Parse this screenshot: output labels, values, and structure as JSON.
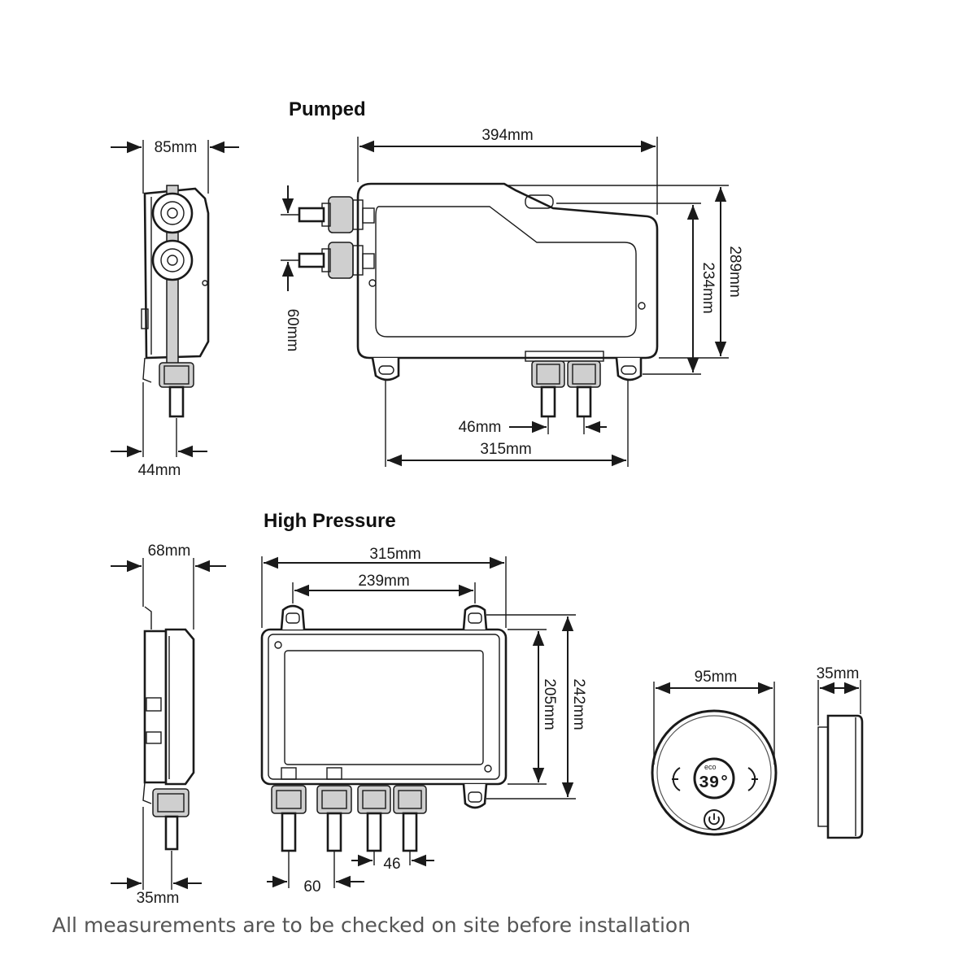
{
  "sections": {
    "pumped": {
      "title": "Pumped",
      "side_depth": "85mm",
      "side_outlet_offset": "44mm",
      "width": "394mm",
      "inlet_spacing": "60mm",
      "outlet_spacing": "46mm",
      "fixing_centres": "315mm",
      "body_height": "234mm",
      "overall_height": "289mm"
    },
    "high_pressure": {
      "title": "High Pressure",
      "side_depth": "68mm",
      "side_outlet_offset": "35mm",
      "width": "315mm",
      "fixing_centres": "239mm",
      "body_height": "205mm",
      "overall_height": "242mm",
      "outlet_spacing_a": "46",
      "outlet_spacing_b": "60"
    },
    "controller": {
      "diameter": "95mm",
      "depth": "35mm",
      "display_value": "39°"
    }
  },
  "footer": {
    "note": "All measurements are to be checked on site before installation"
  }
}
